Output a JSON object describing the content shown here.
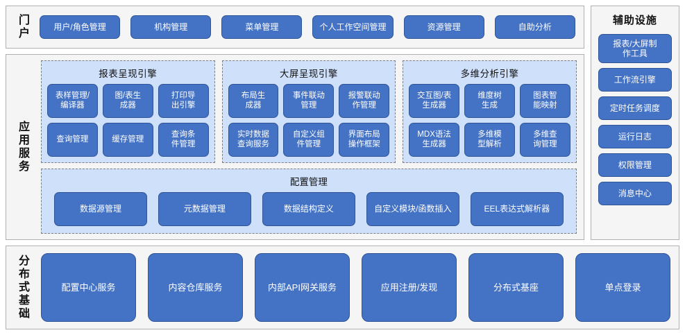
{
  "theme": {
    "node_fill": "#4472c4",
    "node_border": "#2f5597",
    "group_fill": "#cfe0fb",
    "panel_fill": "#f5f5f5",
    "panel_border": "#b0b0b0",
    "text_on_node": "#ffffff"
  },
  "portal": {
    "label": "门户",
    "items": [
      {
        "label": "用户/角色管理"
      },
      {
        "label": "机构管理"
      },
      {
        "label": "菜单管理"
      },
      {
        "label": "个人工作空间管理"
      },
      {
        "label": "资源管理"
      },
      {
        "label": "自助分析"
      }
    ]
  },
  "app_services": {
    "label": "应用服务",
    "engines": [
      {
        "title": "报表呈现引擎",
        "items": [
          {
            "label": "表样管理/\n编译器"
          },
          {
            "label": "图/表生\n成器"
          },
          {
            "label": "打印导\n出引擎"
          },
          {
            "label": "查询管理"
          },
          {
            "label": "缓存管理"
          },
          {
            "label": "查询条\n件管理"
          }
        ]
      },
      {
        "title": "大屏呈现引擎",
        "items": [
          {
            "label": "布局生\n成器"
          },
          {
            "label": "事件联动\n管理"
          },
          {
            "label": "报警联动\n作管理"
          },
          {
            "label": "实时数据\n查询服务"
          },
          {
            "label": "自定义组\n件管理"
          },
          {
            "label": "界面布局\n操作框架"
          }
        ]
      },
      {
        "title": "多维分析引擎",
        "items": [
          {
            "label": "交互图/表\n生成器"
          },
          {
            "label": "维度树\n生成"
          },
          {
            "label": "图表智\n能映射"
          },
          {
            "label": "MDX语法\n生成器"
          },
          {
            "label": "多维模\n型解析"
          },
          {
            "label": "多维查\n询管理"
          }
        ]
      }
    ],
    "config": {
      "title": "配置管理",
      "items": [
        {
          "label": "数据源管理"
        },
        {
          "label": "元数据管理"
        },
        {
          "label": "数据结构定义"
        },
        {
          "label": "自定义模块/函数插入"
        },
        {
          "label": "EEL表达式解析器"
        }
      ]
    }
  },
  "aux": {
    "title": "辅助设施",
    "items": [
      {
        "label": "报表/大屏制\n作工具",
        "tall": true
      },
      {
        "label": "工作流引擎",
        "tall": false
      },
      {
        "label": "定时任务调度",
        "tall": false
      },
      {
        "label": "运行日志",
        "tall": false
      },
      {
        "label": "权限管理",
        "tall": false
      },
      {
        "label": "消息中心",
        "tall": false
      }
    ]
  },
  "distributed": {
    "label": "分布式基础",
    "items": [
      {
        "label": "配置中心服务"
      },
      {
        "label": "内容仓库服务"
      },
      {
        "label": "内部API网关服务"
      },
      {
        "label": "应用注册/发现"
      },
      {
        "label": "分布式基座"
      },
      {
        "label": "单点登录"
      }
    ]
  }
}
